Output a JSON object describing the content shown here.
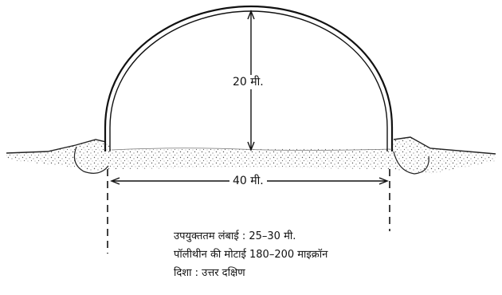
{
  "diagram": {
    "height_label": "20 मी.",
    "width_label": "40 मी.",
    "specs": [
      "उपयुक्ततम लंबाई : 25–30 मी.",
      "पॉलीथीन की मोटाई 180–200 माइक्रॉन",
      "दिशा : उत्तर दक्षिण"
    ]
  }
}
